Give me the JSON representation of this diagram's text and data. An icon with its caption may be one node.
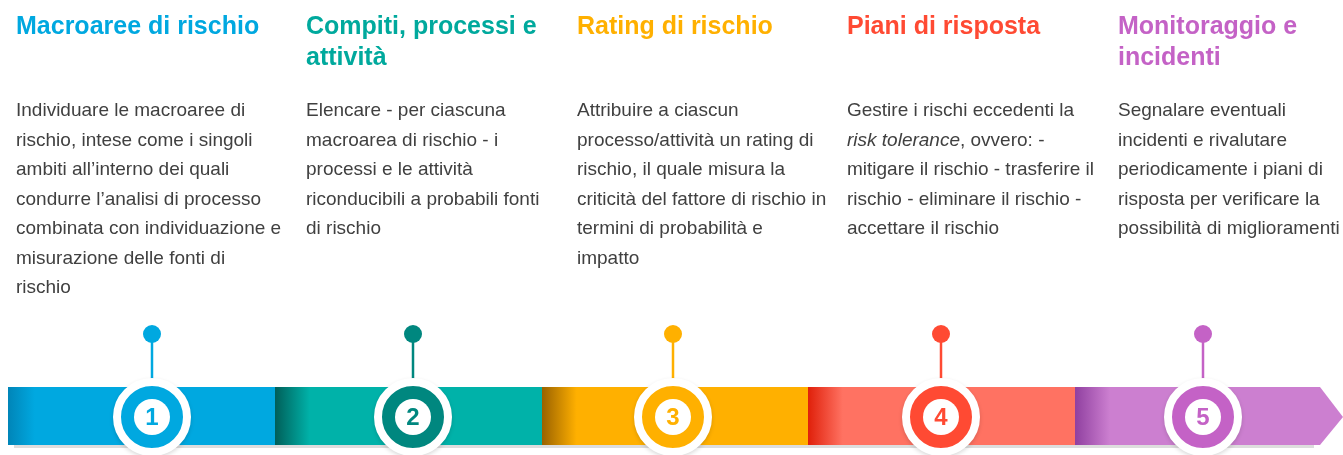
{
  "diagram": {
    "nodes": [
      {
        "text": [
          "Macroaree di rischio",
          "Individuare le macroaree di rischio, intese come i singoli ambiti all’interno dei quali condurre l’analisi di processo combinata con individuazione e misurazione delle fonti di rischio"
        ]
      },
      {
        "text": [
          "Compiti, processi e attività",
          "Elencare - per ciascuna macroarea di rischio - i processi e le attività riconducibili a probabili fonti di rischio"
        ]
      },
      {
        "text": [
          "Rating di rischio",
          "Attribuire a ciascun processo/attività un rating di rischio, il quale misura la criticità del fattore di rischio in termini di probabilità e impatto"
        ]
      },
      {
        "text": [
          "Piani di risposta",
          "Gestire i rischi eccedenti la *risk tolerance*, ovvero: - mitigare il rischio - trasferire il rischio - eliminare il rischio - accettare il rischio"
        ]
      },
      {
        "text": [
          "Monitoraggio e incidenti",
          "Segnalare eventuali incidenti e rivalutare periodicamente i piani di risposta per verificare la possibilità di miglioramenti"
        ]
      },
      {
        "text": [
          "1"
        ]
      },
      {
        "text": [
          "2"
        ]
      },
      {
        "text": [
          "3"
        ]
      },
      {
        "text": [
          "4"
        ]
      },
      {
        "text": [
          "5"
        ]
      }
    ]
  }
}
